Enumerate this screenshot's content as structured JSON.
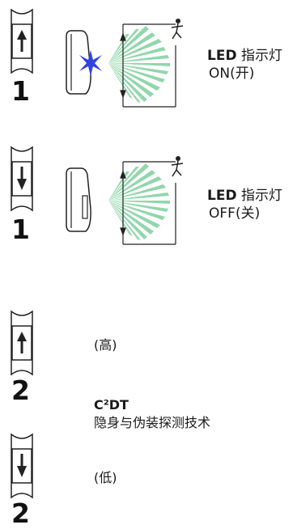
{
  "sections": [
    {
      "switch_direction": "up",
      "number": "1",
      "led_label_bold": "LED",
      "led_label_rest": " 指示灯",
      "led_state": "ON(开)",
      "led_on": true
    },
    {
      "switch_direction": "down",
      "number": "1",
      "led_label_bold": "LED",
      "led_label_rest": " 指示灯",
      "led_state": "OFF(关)",
      "led_on": false
    }
  ],
  "mode": {
    "high_number": "2",
    "high_label": "(高)",
    "title": "C²DT",
    "subtitle": "隐身与伪装探测技术",
    "low_number": "2",
    "low_label": "(低)"
  },
  "colors": {
    "beam": "#7fcf9f",
    "led": "#3344dd",
    "line": "#222222"
  }
}
